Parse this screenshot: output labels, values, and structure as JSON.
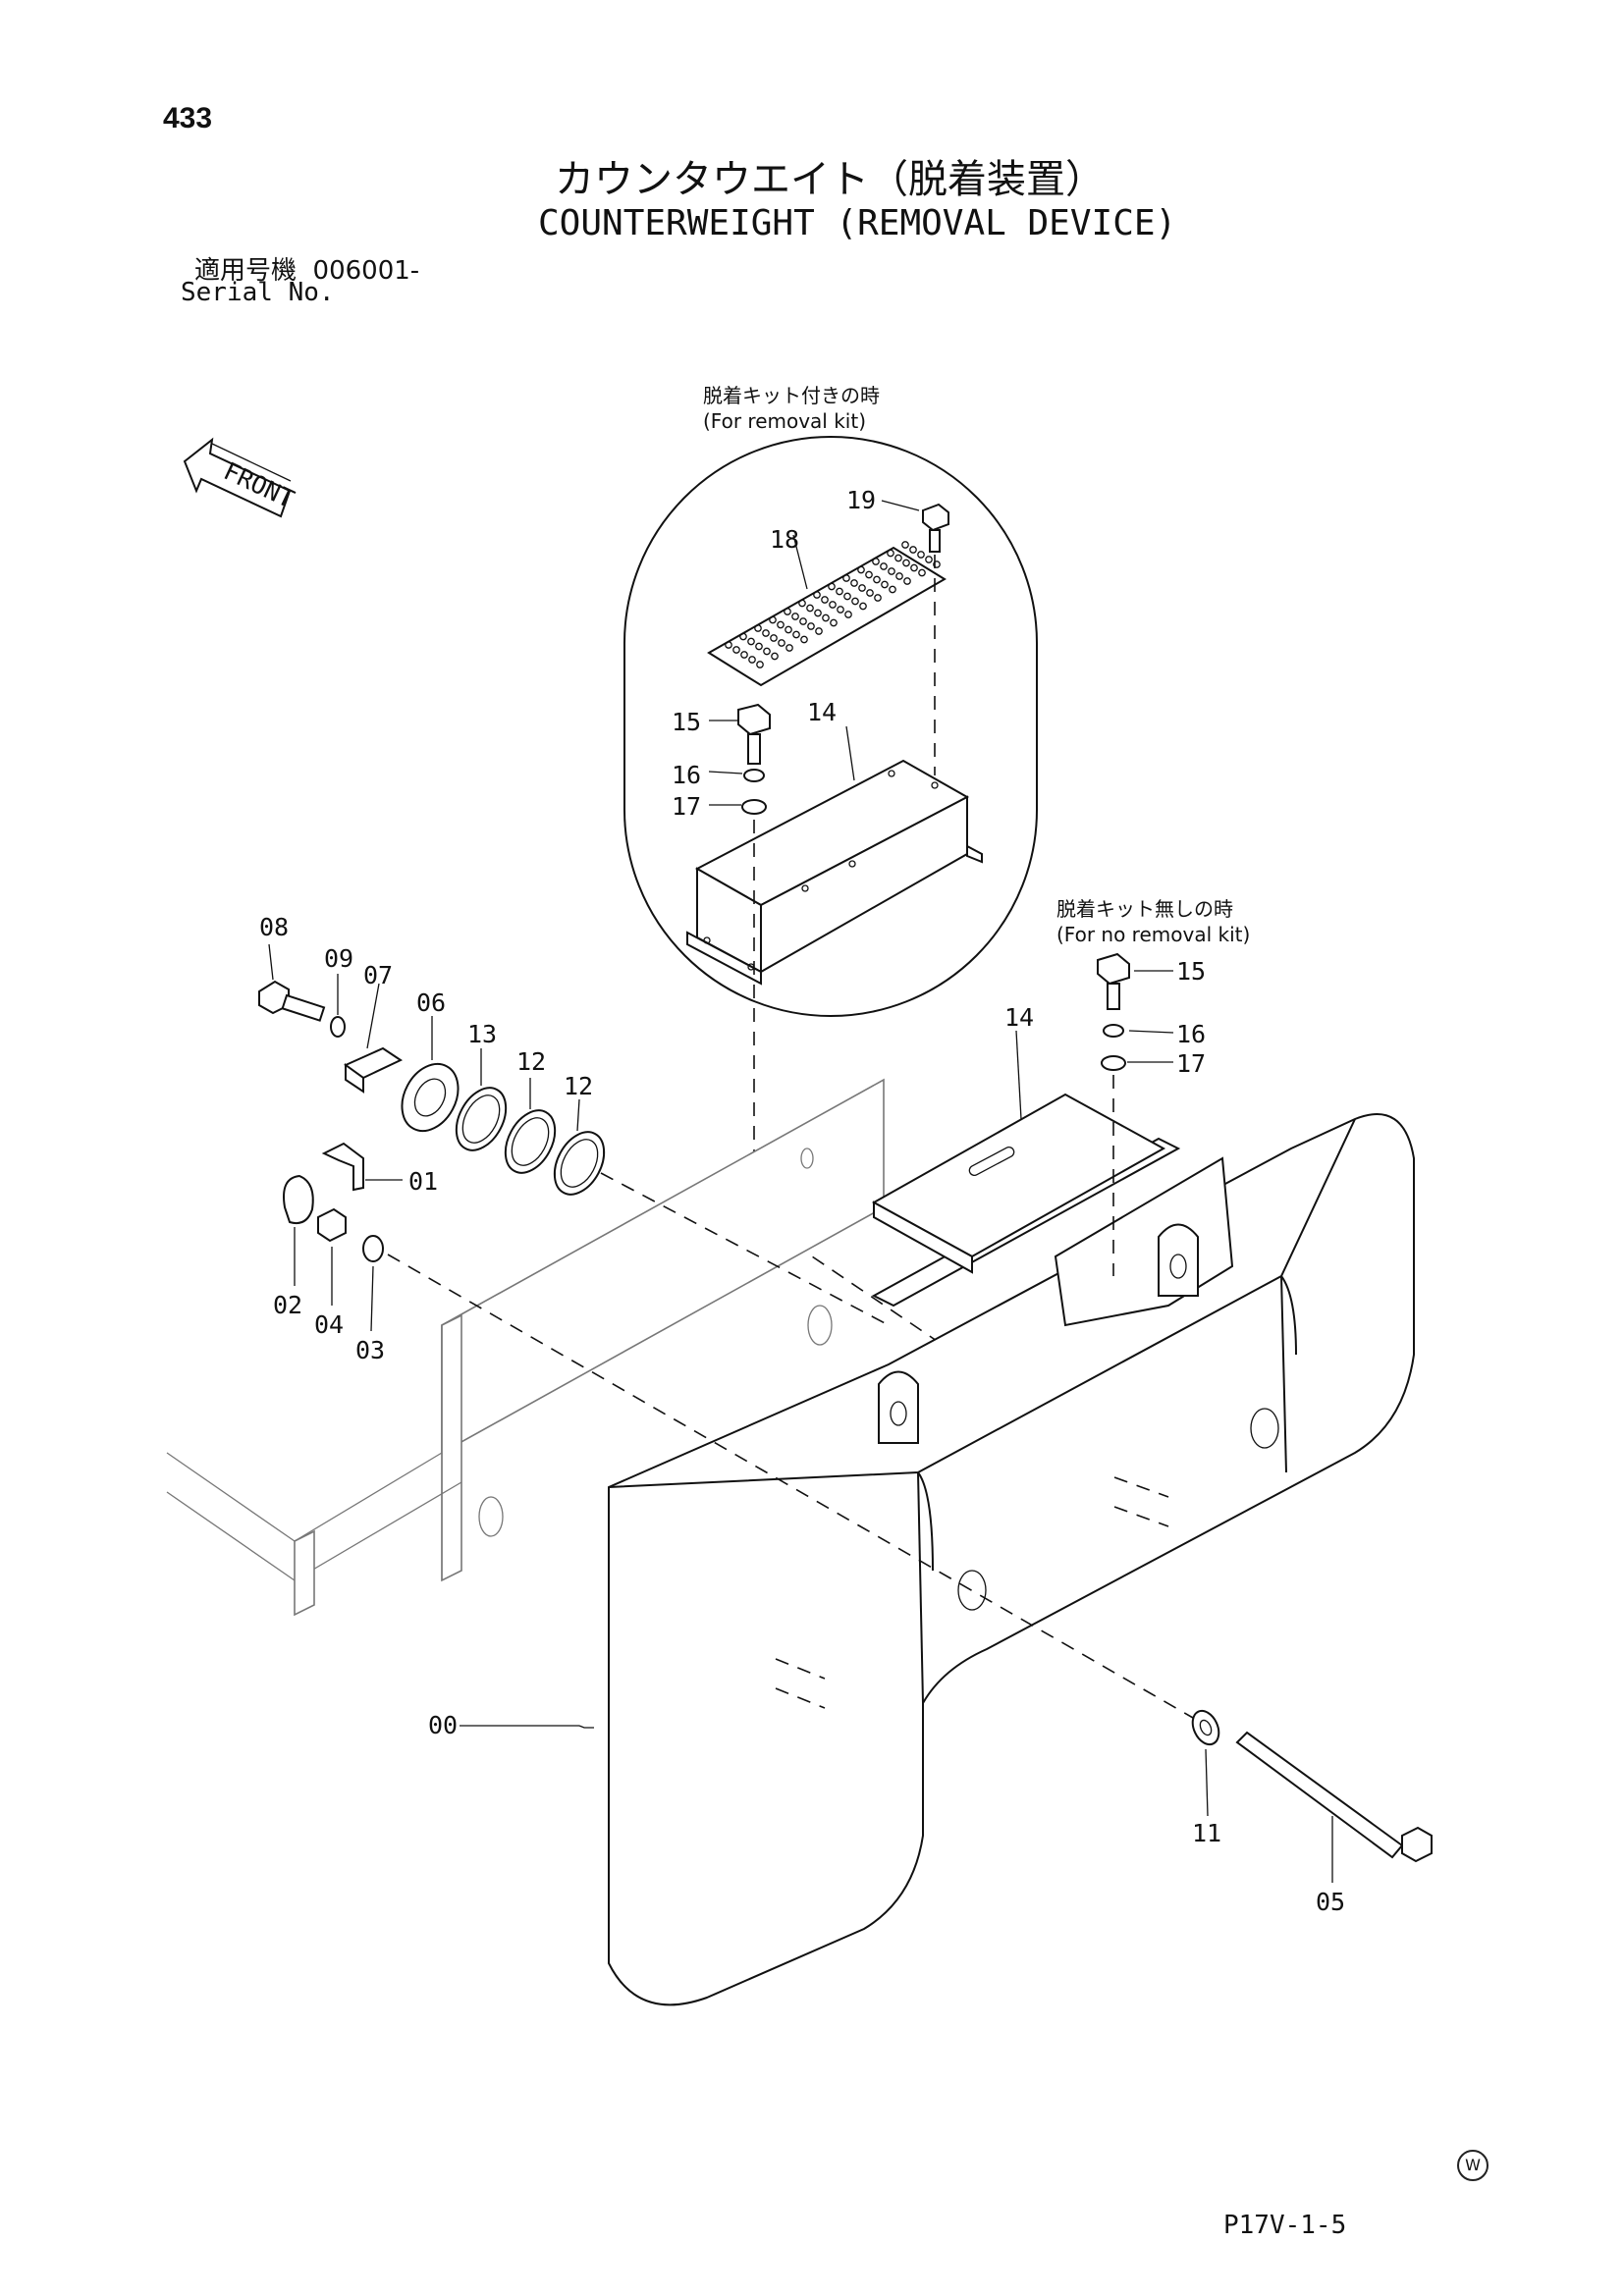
{
  "page_number": "433",
  "title_jp": "カウンタウエイト（脱着装置）",
  "title_en": "COUNTERWEIGHT (REMOVAL DEVICE)",
  "serial": {
    "label_jp": "適用号機",
    "value": "006001-",
    "label_en": "Serial No."
  },
  "front_label": "FRONT",
  "notes": {
    "removal_kit_jp": "脱着キット付きの時",
    "removal_kit_en": "(For removal kit)",
    "no_removal_kit_jp": "脱着キット無しの時",
    "no_removal_kit_en": "(For no removal kit)"
  },
  "part_labels": {
    "p00": "00",
    "p01": "01",
    "p02": "02",
    "p03": "03",
    "p04": "04",
    "p05": "05",
    "p06": "06",
    "p07": "07",
    "p08": "08",
    "p09": "09",
    "p11": "11",
    "p12a": "12",
    "p12b": "12",
    "p13": "13",
    "p14a": "14",
    "p14b": "14",
    "p15a": "15",
    "p15b": "15",
    "p16a": "16",
    "p16b": "16",
    "p17a": "17",
    "p17b": "17",
    "p18": "18",
    "p19": "19"
  },
  "footer_code": "P17V-1-5",
  "corner_mark": "W"
}
